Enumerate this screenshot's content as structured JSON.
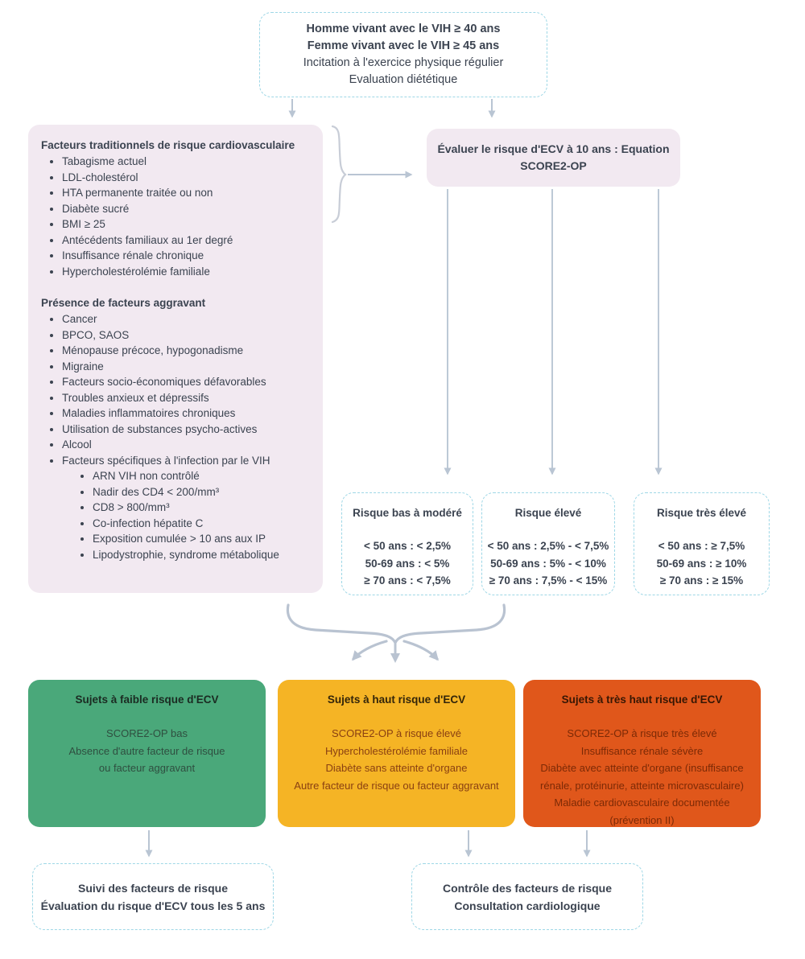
{
  "colors": {
    "soft_box_fill": "#F2E9F1",
    "dashed_border": "#9ED7E6",
    "arrow": "#B9C5D3",
    "green_box": "#4AA87A",
    "yellow_box": "#F5B425",
    "orange_box": "#E0571B",
    "text_main": "#3B4350",
    "green_body_text": "#2F4F40",
    "yellow_body_text": "#8A4012",
    "orange_body_text": "#7C2A06"
  },
  "top_box": {
    "lines": [
      "Homme vivant avec le VIH ≥ 40 ans",
      "Femme vivant avec le VIH ≥ 45 ans",
      "Incitation à l'exercice physique régulier",
      "Evaluation diététique"
    ]
  },
  "factors_box": {
    "title_traditional": "Facteurs traditionnels de risque cardiovasculaire",
    "traditional_group1": [
      "Tabagisme actuel",
      "LDL-cholestérol",
      "HTA permanente traitée ou non"
    ],
    "traditional_group2": [
      "Diabète sucré",
      "BMI ≥ 25",
      "Antécédents familiaux au 1er degré",
      "Insuffisance rénale chronique",
      "Hypercholestérolémie familiale"
    ],
    "title_aggravating": "Présence de facteurs aggravant",
    "aggravating": [
      "Cancer",
      "BPCO, SAOS",
      "Ménopause précoce, hypogonadisme",
      "Migraine",
      "Facteurs socio-économiques défavorables",
      "Troubles anxieux et dépressifs",
      "Maladies inflammatoires chroniques",
      "Utilisation de substances psycho-actives",
      "Alcool",
      "Facteurs spécifiques à l'infection par le VIH"
    ],
    "hiv_specific": [
      "ARN VIH non contrôlé",
      "Nadir des CD4 < 200/mm³",
      "CD8 > 800/mm³",
      "Co-infection hépatite C",
      "Exposition cumulée > 10 ans aux IP",
      "Lipodystrophie, syndrome métabolique"
    ]
  },
  "evaluate_box": {
    "line1": "Évaluer le risque d'ECV à 10 ans : Equation",
    "line2": "SCORE2-OP"
  },
  "risk_boxes": [
    {
      "title": "Risque bas à modéré",
      "lines": [
        "< 50 ans : < 2,5%",
        "50-69 ans : < 5%",
        "≥ 70 ans : < 7,5%"
      ]
    },
    {
      "title": "Risque élevé",
      "lines": [
        "< 50 ans : 2,5% - < 7,5%",
        "50-69 ans : 5% - < 10%",
        "≥ 70 ans : 7,5% - < 15%"
      ]
    },
    {
      "title": "Risque très élevé",
      "lines": [
        "< 50 ans : ≥ 7,5%",
        "50-69 ans : ≥ 10%",
        "≥ 70 ans : ≥ 15%"
      ]
    }
  ],
  "category_boxes": [
    {
      "title": "Sujets à faible risque d'ECV",
      "lines": [
        "SCORE2-OP bas",
        "Absence d'autre facteur de risque",
        "ou facteur aggravant"
      ]
    },
    {
      "title": "Sujets à haut risque d'ECV",
      "lines": [
        "SCORE2-OP à risque élevé",
        "Hypercholestérolémie familiale",
        "Diabète sans atteinte d'organe",
        "Autre facteur de risque ou facteur aggravant"
      ]
    },
    {
      "title": "Sujets à très haut risque d'ECV",
      "lines": [
        "SCORE2-OP à risque très élevé",
        "Insuffisance rénale sévère",
        "Diabète avec atteinte d'organe (insuffisance rénale, protéinurie, atteinte microvasculaire)",
        "Maladie cardiovasculaire documentée (prévention II)"
      ]
    }
  ],
  "outcome_boxes": [
    {
      "lines": [
        "Suivi des facteurs de risque",
        "Évaluation du risque d'ECV tous les 5 ans"
      ]
    },
    {
      "lines": [
        "Contrôle des facteurs de risque",
        "Consultation cardiologique"
      ]
    }
  ]
}
